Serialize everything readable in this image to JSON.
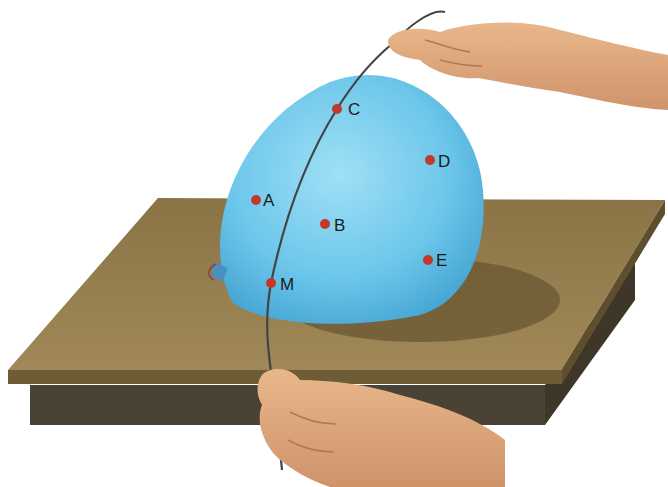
{
  "diagram": {
    "labels": [
      "A",
      "B",
      "C",
      "D",
      "E",
      "M"
    ]
  }
}
